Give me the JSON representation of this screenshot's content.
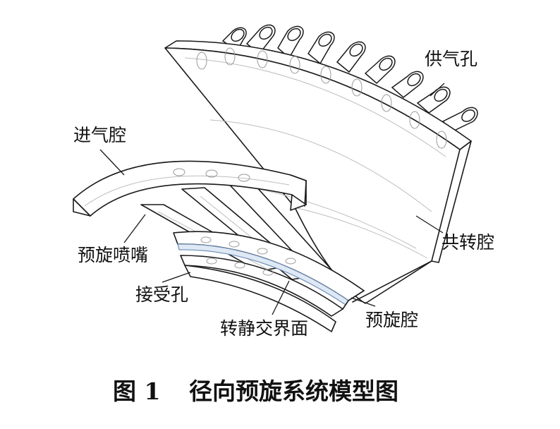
{
  "labels": {
    "supply_holes": "供气孔",
    "inlet_cavity": "进气腔",
    "corotating_cavity": "共转腔",
    "preswirl_nozzle": "预旋喷嘴",
    "receiver_holes": "接受孔",
    "preswirl_cavity": "预旋腔",
    "rotor_stator_interface": "转静交界面"
  },
  "caption": {
    "number": "图 1",
    "title": "径向预旋系统模型图"
  }
}
